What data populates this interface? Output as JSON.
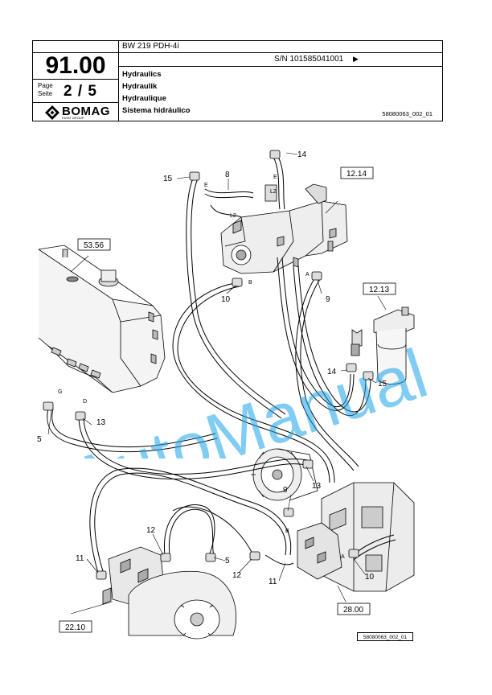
{
  "header": {
    "model": "BW 219 PDH-4i",
    "serial": "S/N 101585041001",
    "page_number": "91.00",
    "page_label": "Page",
    "page_label_de": "Seite",
    "page_of": "2 / 5",
    "titles": [
      "Hydraulics",
      "Hydraulik",
      "Hydraulique",
      "Sistema hidráulico"
    ],
    "doc_number": "58080063_002_01",
    "brand": "BOMAG",
    "brand_sub": "FAYAT GROUP"
  },
  "drawing": {
    "ref_boxes": [
      "12.14",
      "53.56",
      "12.13",
      "28.00",
      "22.10"
    ],
    "part_callouts": [
      "14",
      "15",
      "8",
      "10",
      "9",
      "14",
      "15",
      "5",
      "13",
      "13",
      "9",
      "12",
      "11",
      "5",
      "12",
      "11",
      "10",
      "L2",
      "L2"
    ],
    "port_letters": [
      "E",
      "E",
      "B",
      "A",
      "G",
      "D",
      "B",
      "A"
    ],
    "figure_id": "58080063_002_01"
  },
  "watermark": {
    "text": "AutoManual",
    "color": "#1aa3e8"
  }
}
